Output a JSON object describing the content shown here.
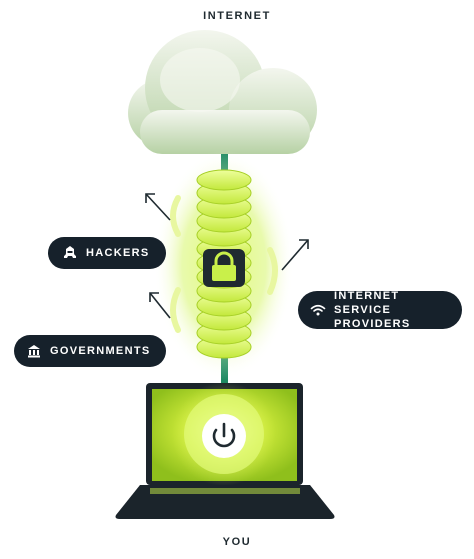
{
  "labels": {
    "top": "INTERNET",
    "bottom": "YOU"
  },
  "threats": {
    "hackers": {
      "label": "HACKERS",
      "icon": "hacker-icon"
    },
    "governments": {
      "label": "GOVERNMENTS",
      "icon": "government-building-icon"
    },
    "isp": {
      "line1": "INTERNET SERVICE",
      "line2": "PROVIDERS",
      "icon": "wifi-icon"
    }
  },
  "icons": {
    "cloud": "cloud-icon",
    "lock": "padlock-icon",
    "power": "power-icon"
  },
  "colors": {
    "accent_green": "#c9f04a",
    "dark_navy": "#16212b",
    "cable_teal": "#1f8a62",
    "cloud_tint": "#b9d3a8"
  }
}
